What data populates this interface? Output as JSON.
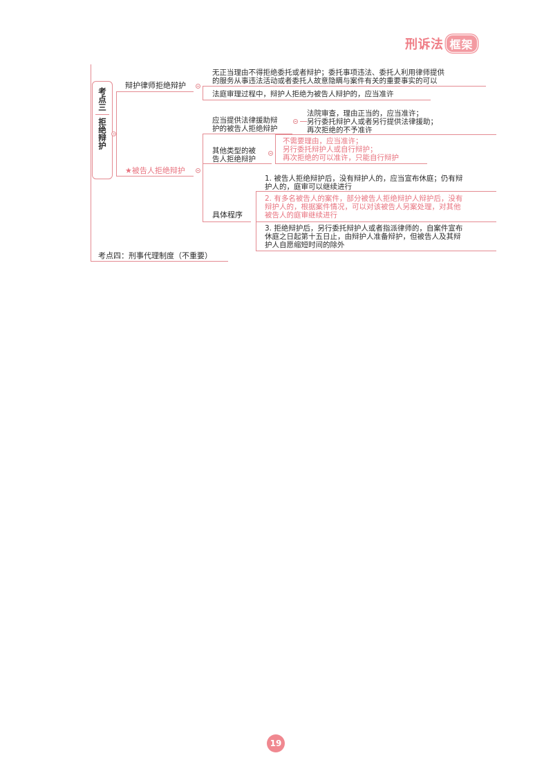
{
  "brand": {
    "main": "刑诉法",
    "box": "框架"
  },
  "root": {
    "line1": "考点三",
    "line2": "拒绝辩护"
  },
  "branch_lawyer": {
    "label": "辩护律师拒绝辩护",
    "item1_line1": "无正当理由不得拒绝委托或者辩护；委托事项违法、委托人利用律师提供",
    "item1_line2": "的服务从事违法活动或者委托人故意隐瞒与案件有关的重要事实的可以",
    "item2": "法庭审理过程中，辩护人拒绝为被告人辩护的，应当准许"
  },
  "branch_defendant": {
    "star": "★",
    "label": "被告人拒绝辩护",
    "legal_aid": {
      "label_line1": "应当提供法律援助辩",
      "label_line2": "护的被告人拒绝辩护",
      "line1": "法院审查，理由正当的，应当准许；",
      "line2": "另行委托辩护人或者另行提供法律援助；",
      "line3": "再次拒绝的不予准许"
    },
    "other": {
      "label_line1": "其他类型的被",
      "label_line2": "告人拒绝辩护",
      "line1": "不需要理由，应当准许；",
      "line2": "另行委托辩护人或自行辩护；",
      "line3": "再次拒绝的可以准许，只能自行辩护"
    },
    "procedure": {
      "label": "具体程序",
      "p1_line1": "1. 被告人拒绝辩护后，没有辩护人的，应当宣布休庭；仍有辩",
      "p1_line2": "护人的，庭审可以继续进行",
      "p2_line1": "2. 有多名被告人的案件，部分被告人拒绝辩护人辩护后，没有",
      "p2_line2": "辩护人的，根据案件情况，可以对该被告人另案处理，对其他",
      "p2_line3": "被告人的庭审继续进行",
      "p3_line1": "3. 拒绝辩护后，另行委托辩护人或者指派律师的，自案件宣布",
      "p3_line2": "休庭之日起第十五日止，由辩护人准备辩护，但被告人及其辩",
      "p3_line3": "护人自愿缩短时间的除外"
    }
  },
  "next_topic": "考点四：刑事代理制度（不重要）",
  "page_number": "19"
}
